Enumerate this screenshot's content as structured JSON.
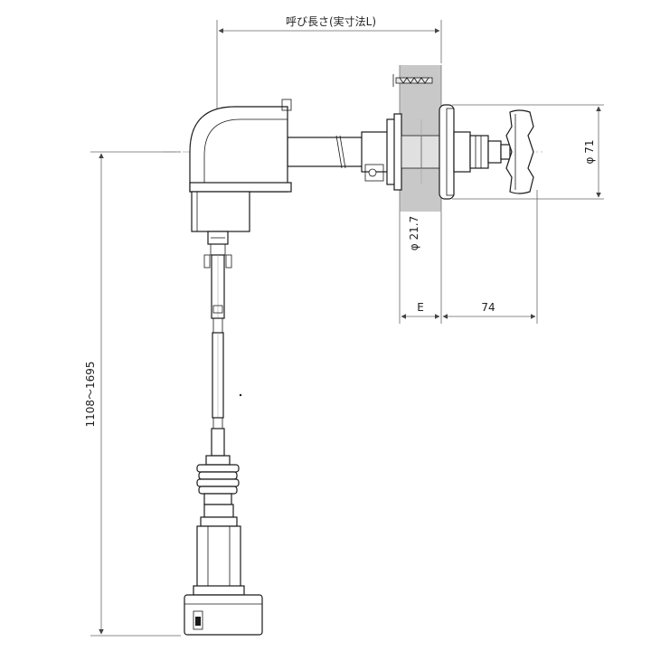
{
  "dimensions": {
    "nominal_length": "呼び長さ(実寸法L)",
    "height_range": "1108～1695",
    "diameter_71": "φ 71",
    "diameter_21_7": "φ 21.7",
    "offset_e": "E",
    "length_74": "74"
  }
}
